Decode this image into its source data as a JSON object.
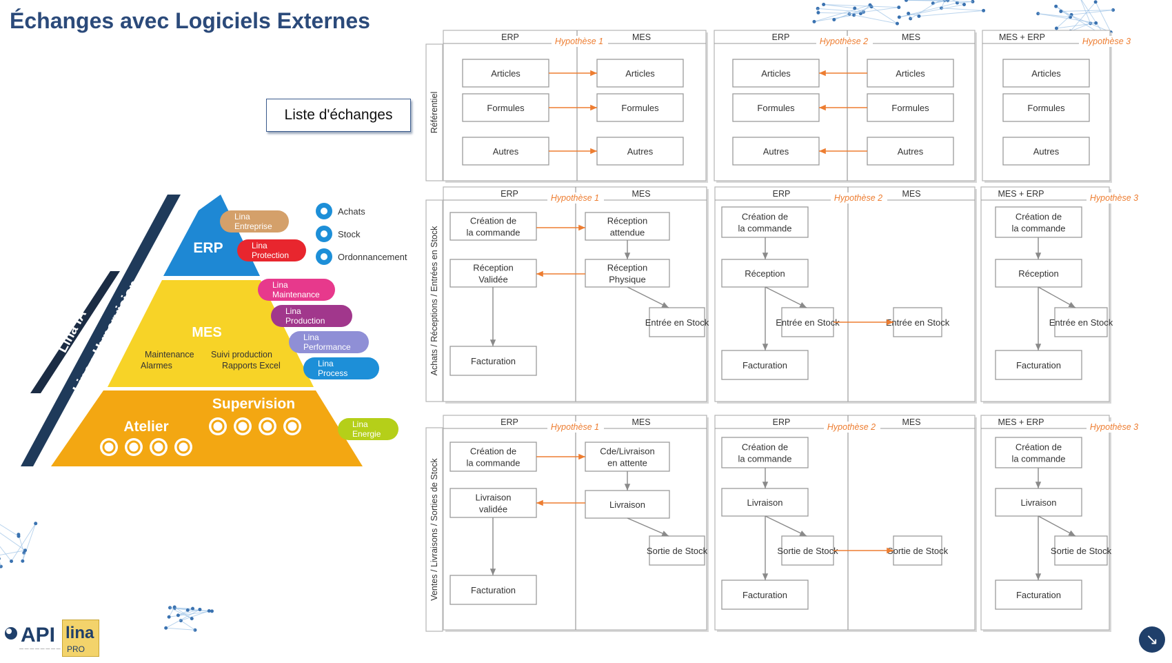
{
  "slide_title": "Échanges avec Logiciels Externes",
  "liste_button": "Liste d'échanges",
  "pyramid": {
    "tiers": {
      "erp": "ERP",
      "mes": "MES",
      "supervision": "Supervision",
      "atelier": "Atelier"
    },
    "side_bands": {
      "lina_ia": "Lina IA",
      "hypervision": "Lina : Hypervision"
    },
    "mes_notes": [
      "Maintenance",
      "Alarmes",
      "Suivi production",
      "Rapports Excel"
    ],
    "tabs": [
      {
        "l1": "Lina",
        "l2": "Entreprise",
        "color": "#d4a06a"
      },
      {
        "l1": "Lina",
        "l2": "Protection",
        "color": "#e8262e"
      },
      {
        "l1": "Lina",
        "l2": "Maintenance",
        "color": "#e7398c"
      },
      {
        "l1": "Lina",
        "l2": "Production",
        "color": "#a1378c"
      },
      {
        "l1": "Lina",
        "l2": "Performance",
        "color": "#8f8fd6"
      },
      {
        "l1": "Lina",
        "l2": "Process",
        "color": "#1d8fd8"
      },
      {
        "l1": "Lina",
        "l2": "Energie",
        "color": "#b5cf19"
      }
    ],
    "legend": [
      "Achats",
      "Stock",
      "Ordonnancement"
    ],
    "colors": {
      "erp": "#1e88d4",
      "mes": "#f7d327",
      "sup": "#f3a712",
      "band1": "#1b2c44",
      "band2": "#1f3a5a"
    }
  },
  "logo": {
    "api": "API",
    "lina": "lina",
    "pro": "PRO"
  },
  "diagram": {
    "rows": [
      "Référentiel",
      "Achats / Réceptions / Entrées en Stock",
      "Ventes / Livraisons / Sorties de Stock"
    ],
    "ref": [
      {
        "hdrL": "ERP",
        "hdrR": "MES",
        "hyp": "Hypothèse 1",
        "left": [
          "Articles",
          "Formules",
          "Autres"
        ],
        "right": [
          "Articles",
          "Formules",
          "Autres"
        ]
      },
      {
        "hdrL": "ERP",
        "hdrR": "MES",
        "hyp": "Hypothèse 2",
        "left": [
          "Articles",
          "Formules",
          "Autres"
        ],
        "right": [
          "Articles",
          "Formules",
          "Autres"
        ]
      },
      {
        "hdrL": "MES + ERP",
        "hyp": "Hypothèse 3",
        "left": [
          "Articles",
          "Formules",
          "Autres"
        ]
      }
    ],
    "achats": [
      {
        "hdrL": "ERP",
        "hdrR": "MES",
        "hyp": "Hypothèse 1",
        "a": "Création de la commande",
        "b": "Réception attendue",
        "c": "Réception Validée",
        "d": "Réception Physique",
        "e": "Entrée en Stock",
        "f": "Facturation"
      },
      {
        "hdrL": "ERP",
        "hdrR": "MES",
        "hyp": "Hypothèse 2",
        "a": "Création de la commande",
        "b": "Réception",
        "c": "Entrée en Stock",
        "d": "Entrée en Stock",
        "e": "Facturation"
      },
      {
        "hdrL": "MES + ERP",
        "hyp": "Hypothèse 3",
        "a": "Création de la commande",
        "b": "Réception",
        "c": "Entrée en Stock",
        "e": "Facturation"
      }
    ],
    "ventes": [
      {
        "hdrL": "ERP",
        "hdrR": "MES",
        "hyp": "Hypothèse 1",
        "a": "Création de la commande",
        "b": "Cde/Livraison en attente",
        "c": "Livraison validée",
        "d": "Livraison",
        "e": "Sortie de Stock",
        "f": "Facturation"
      },
      {
        "hdrL": "ERP",
        "hdrR": "MES",
        "hyp": "Hypothèse 2",
        "a": "Création de la commande",
        "b": "Livraison",
        "c": "Sortie de Stock",
        "d": "Sortie de Stock",
        "e": "Facturation"
      },
      {
        "hdrL": "MES + ERP",
        "hyp": "Hypothèse 3",
        "a": "Création de la commande",
        "b": "Livraison",
        "c": "Sortie de Stock",
        "e": "Facturation"
      }
    ],
    "colors": {
      "arrow": "#ed7d31",
      "hyp": "#ed7d31",
      "line": "#9a9a9a",
      "text": "#333333"
    }
  }
}
